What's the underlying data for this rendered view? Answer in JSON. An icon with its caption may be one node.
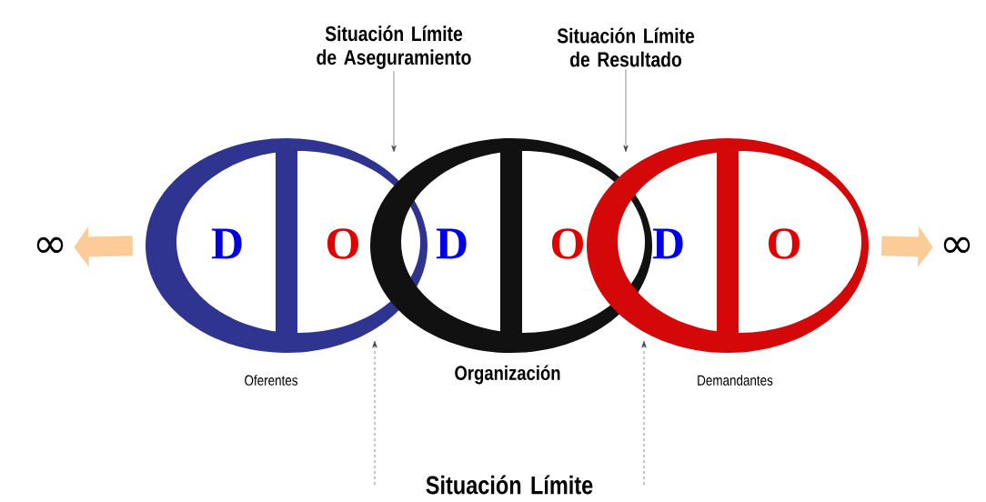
{
  "diagram": {
    "nodes": [
      {
        "text": [
          "D",
          "O"
        ],
        "beside": [
          "Oferentes"
        ]
      },
      {
        "text": [
          "D",
          "O"
        ],
        "beside": [
          "Organización"
        ]
      },
      {
        "text": [
          "D",
          "O"
        ],
        "beside": [
          "Demandantes"
        ]
      },
      {
        "text": [
          "Situación Límite de Aseguramiento"
        ]
      },
      {
        "text": [
          "Situación Límite de Resultado"
        ]
      },
      {
        "text": [
          "Situación Límite"
        ]
      },
      {
        "text": [
          "∞"
        ]
      },
      {
        "text": [
          "∞"
        ]
      }
    ],
    "edges": [
      {
        "from": 0,
        "to": 6,
        "arrow": "to",
        "style": "thick",
        "color": "#fbcb98"
      },
      {
        "from": 2,
        "to": 7,
        "arrow": "to",
        "style": "thick",
        "color": "#fbcb98"
      },
      {
        "from": 3,
        "to": 0,
        "arrow": "to"
      },
      {
        "from": 4,
        "to": 1,
        "arrow": "to"
      },
      {
        "from": 5,
        "to": 0,
        "arrow": "to",
        "style": "dashed"
      },
      {
        "from": 5,
        "to": 1,
        "arrow": "to",
        "style": "dashed"
      }
    ]
  }
}
